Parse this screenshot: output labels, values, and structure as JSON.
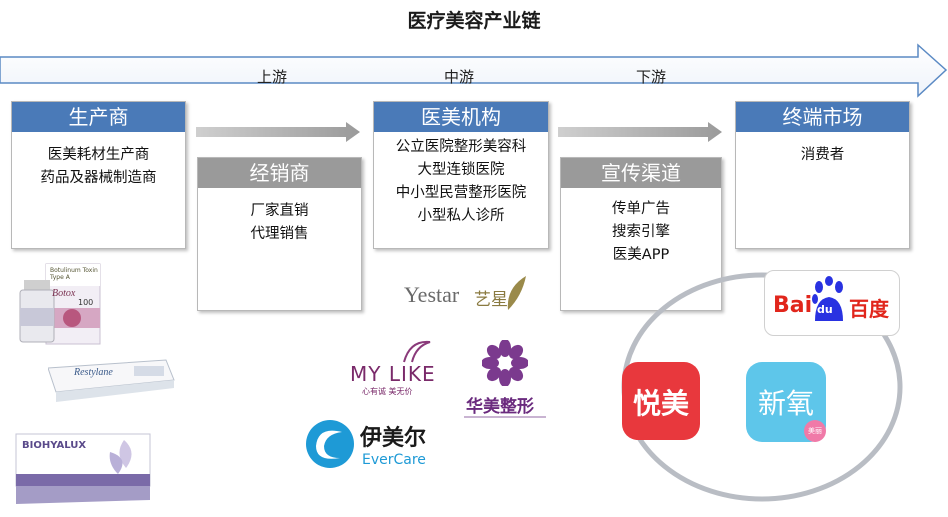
{
  "title": "医疗美容产业链",
  "stages": {
    "upstream": "上游",
    "midstream": "中游",
    "downstream": "下游"
  },
  "boxes": {
    "producer": {
      "header": "生产商",
      "lines": [
        "医美耗材生产商",
        "药品及器械制造商"
      ]
    },
    "distributor": {
      "header": "经销商",
      "lines": [
        "厂家直销",
        "代理销售"
      ]
    },
    "institution": {
      "header": "医美机构",
      "lines": [
        "公立医院整形美容科",
        "大型连锁医院",
        "中小型民营整形医院",
        "小型私人诊所"
      ]
    },
    "channel": {
      "header": "宣传渠道",
      "lines": [
        "传单广告",
        "搜索引擎",
        "医美APP"
      ]
    },
    "market": {
      "header": "终端市场",
      "lines": [
        "消费者"
      ]
    }
  },
  "logos": {
    "yestar": {
      "text": "Yestar",
      "cn": "艺星"
    },
    "mylike": {
      "text": "MY LIKE",
      "sub": "心有诚  美无价"
    },
    "huamei": {
      "text": "华美整形"
    },
    "evercare": {
      "cn": "伊美尔",
      "text": "EverCare"
    },
    "baidu": {
      "text": "Bai",
      "du": "du",
      "cn": "百度"
    },
    "yuemei": {
      "text": "悦美"
    },
    "xinyang": {
      "text": "新氧",
      "badge": "美丽"
    }
  },
  "products": {
    "botox": {
      "brand": "Botulinum Toxin Type A",
      "name": "Botox",
      "units": "100"
    },
    "restylane": {
      "name": "Restylane"
    },
    "biohyalux": {
      "name": "BIOHYALUX"
    }
  },
  "colors": {
    "header_blue": "#4a7ab8",
    "header_gray": "#9a9a9a",
    "arrow_stroke": "#5b8ac4",
    "baidu_red": "#e1261c",
    "baidu_blue": "#2932e1",
    "yuemei_red": "#e8383d",
    "xinyang_blue": "#5ec6ea",
    "huamei_purple": "#7b3a8e"
  }
}
